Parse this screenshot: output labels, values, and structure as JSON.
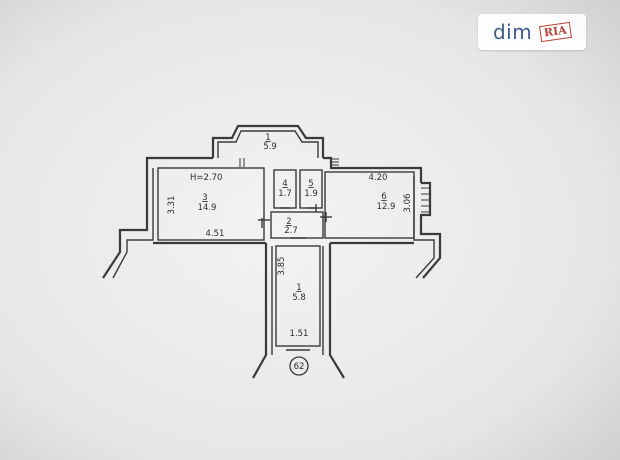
{
  "watermark": {
    "text": "dim",
    "logo": "RIA"
  },
  "plan": {
    "ceiling_height": "H=2.70",
    "circle_label": "62",
    "rooms": [
      {
        "id": "balcony",
        "number": "1",
        "area": "5.9"
      },
      {
        "id": "room3",
        "number": "3",
        "area": "14.9"
      },
      {
        "id": "room4",
        "number": "4",
        "area": "1.7"
      },
      {
        "id": "room5",
        "number": "5",
        "area": "1.9"
      },
      {
        "id": "room6",
        "number": "6",
        "area": "12.9"
      },
      {
        "id": "room2",
        "number": "2",
        "area": "2.7"
      },
      {
        "id": "corridor",
        "number": "1",
        "area": "5.8"
      }
    ],
    "dimensions": {
      "room3_height": "3.31",
      "room3_width": "4.51",
      "room6_width": "4.20",
      "room6_height": "3.06",
      "corridor_length": "3.85",
      "corridor_width": "1.51"
    }
  }
}
